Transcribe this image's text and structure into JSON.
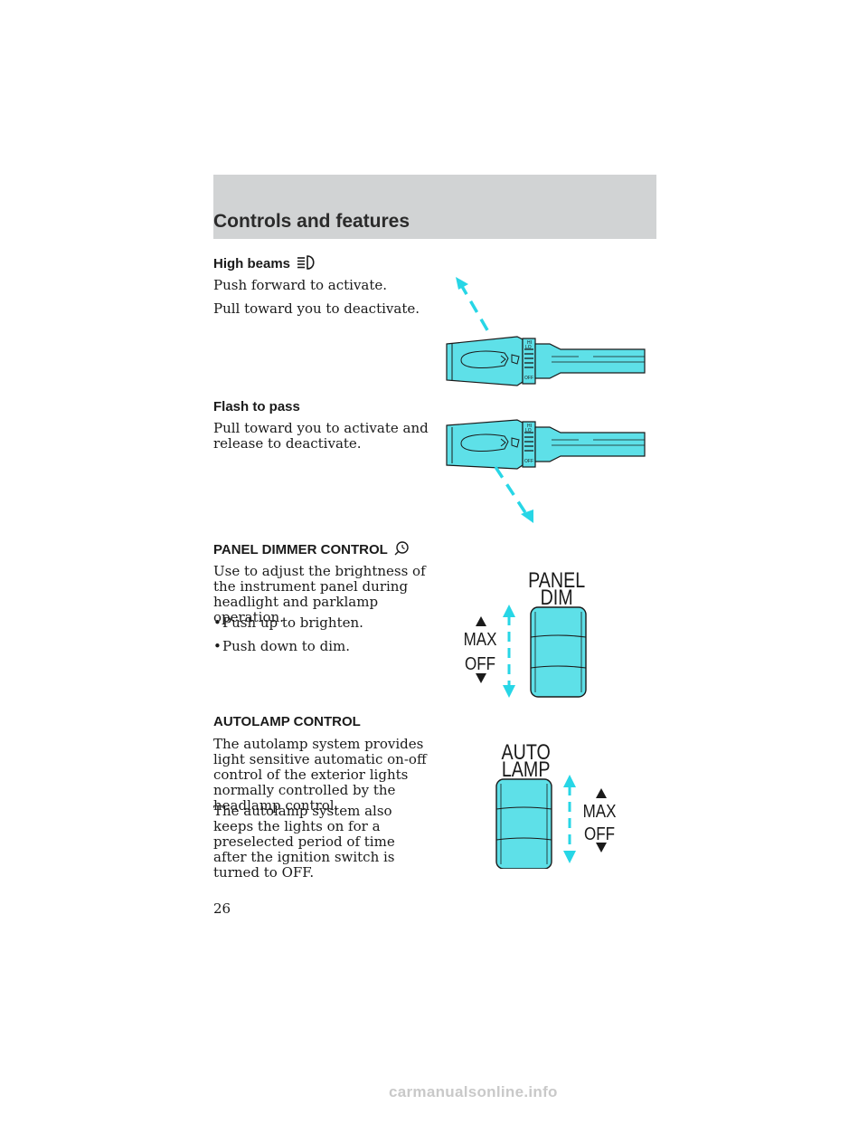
{
  "header": {
    "title": "Controls and features"
  },
  "high_beams": {
    "heading": "High beams",
    "icon": "high-beam-icon",
    "lines": [
      "Push forward to activate.",
      "Pull toward you to deactivate."
    ]
  },
  "flash_to_pass": {
    "heading": "Flash to pass",
    "text": "Pull toward you to activate and release to deactivate."
  },
  "panel_dimmer": {
    "heading": "PANEL DIMMER CONTROL",
    "icon": "panel-dimmer-icon",
    "text": "Use to adjust the brightness of the instrument panel during headlight and parklamp operation.",
    "bullets": [
      "Push up to brighten.",
      "Push down to dim."
    ],
    "figure": {
      "title_line1": "PANEL",
      "title_line2": "DIM",
      "max_label": "MAX",
      "off_label": "OFF"
    }
  },
  "autolamp": {
    "heading": "AUTOLAMP CONTROL",
    "paragraphs": [
      "The autolamp system provides light sensitive automatic on-off control of the exterior lights normally controlled by the headlamp control.",
      "The autolamp system also keeps the lights on for a preselected period of time after the ignition switch is turned to OFF."
    ],
    "figure": {
      "title_line1": "AUTO",
      "title_line2": "LAMP",
      "max_label": "MAX",
      "off_label": "OFF"
    }
  },
  "stalk_labels": {
    "hi": "HI",
    "lo": "LO",
    "i": "I",
    "off": "OFF"
  },
  "page_number": "26",
  "watermark": "carmanualsonline.info",
  "colors": {
    "stalk_fill": "#5ee0e8",
    "arrow": "#27d6e6",
    "header_band": "#d1d3d4"
  }
}
